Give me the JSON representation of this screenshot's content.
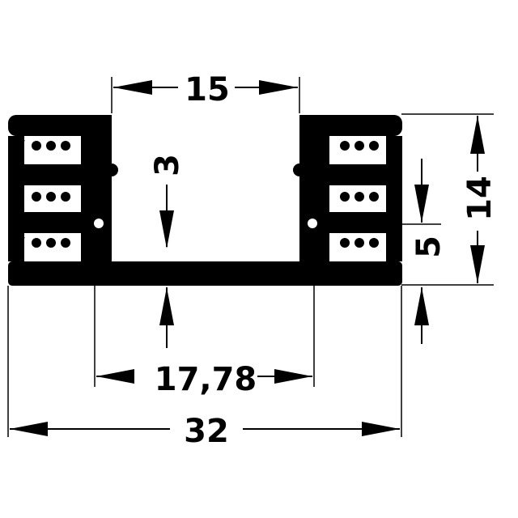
{
  "drawing": {
    "type": "heatsink profile cross-section",
    "colors": {
      "profile": "#000000",
      "background": "#ffffff",
      "lines": "#000000"
    },
    "dimensions": {
      "top_opening_width": "15",
      "base_thickness": "3",
      "mounting_spacing": "17,78",
      "overall_width": "32",
      "overall_height": "14",
      "fin_pitch_offset": "5"
    }
  }
}
